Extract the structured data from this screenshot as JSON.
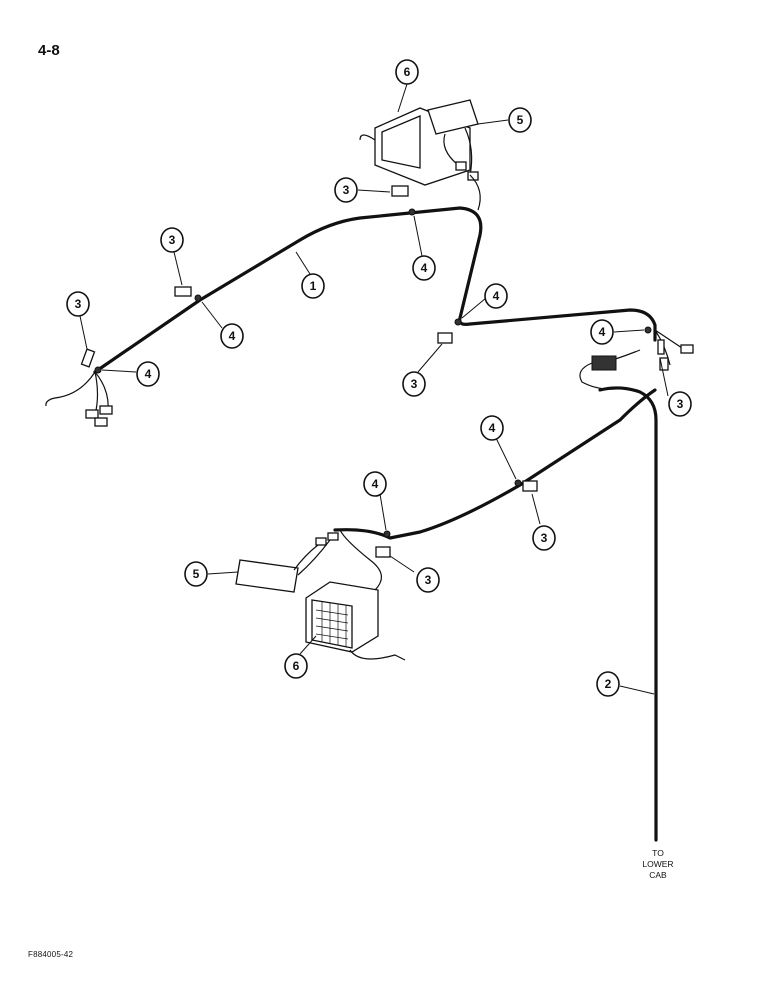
{
  "page": {
    "number": "4-8",
    "figure_code": "F884005-42"
  },
  "note": {
    "line1": "TO",
    "line2": "LOWER",
    "line3": "CAB"
  },
  "callouts": [
    {
      "id": "c1",
      "label": "1"
    },
    {
      "id": "c2",
      "label": "2"
    },
    {
      "id": "c3a",
      "label": "3"
    },
    {
      "id": "c3b",
      "label": "3"
    },
    {
      "id": "c3c",
      "label": "3"
    },
    {
      "id": "c3d",
      "label": "3"
    },
    {
      "id": "c3e",
      "label": "3"
    },
    {
      "id": "c3f",
      "label": "3"
    },
    {
      "id": "c3g",
      "label": "3"
    },
    {
      "id": "c4a",
      "label": "4"
    },
    {
      "id": "c4b",
      "label": "4"
    },
    {
      "id": "c4c",
      "label": "4"
    },
    {
      "id": "c4d",
      "label": "4"
    },
    {
      "id": "c4e",
      "label": "4"
    },
    {
      "id": "c4f",
      "label": "4"
    },
    {
      "id": "c4g",
      "label": "4"
    },
    {
      "id": "c5a",
      "label": "5"
    },
    {
      "id": "c5b",
      "label": "5"
    },
    {
      "id": "c6a",
      "label": "6"
    },
    {
      "id": "c6b",
      "label": "6"
    }
  ]
}
